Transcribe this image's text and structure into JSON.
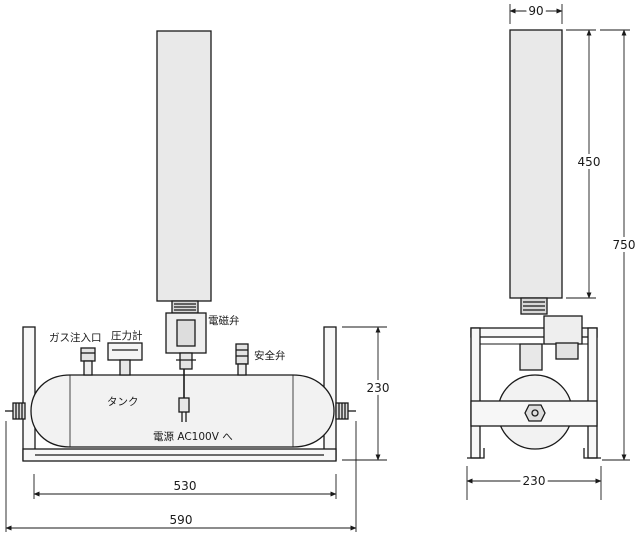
{
  "labels": {
    "gas_inlet": "ガス注入口",
    "pressure_gauge": "圧力計",
    "solenoid_valve": "電磁弁",
    "safety_valve": "安全弁",
    "tank": "タンク",
    "power": "電源 AC100V へ"
  },
  "dimensions": {
    "front_tank_width": "530",
    "front_overall_width": "590",
    "front_frame_height": "230",
    "side_column_width": "90",
    "side_column_height": "450",
    "side_overall_height": "750",
    "side_frame_width": "230"
  },
  "colors": {
    "line": "#1a1a1a",
    "column_fill": "#e9e9e9",
    "tank_fill": "#f2f2f2"
  }
}
